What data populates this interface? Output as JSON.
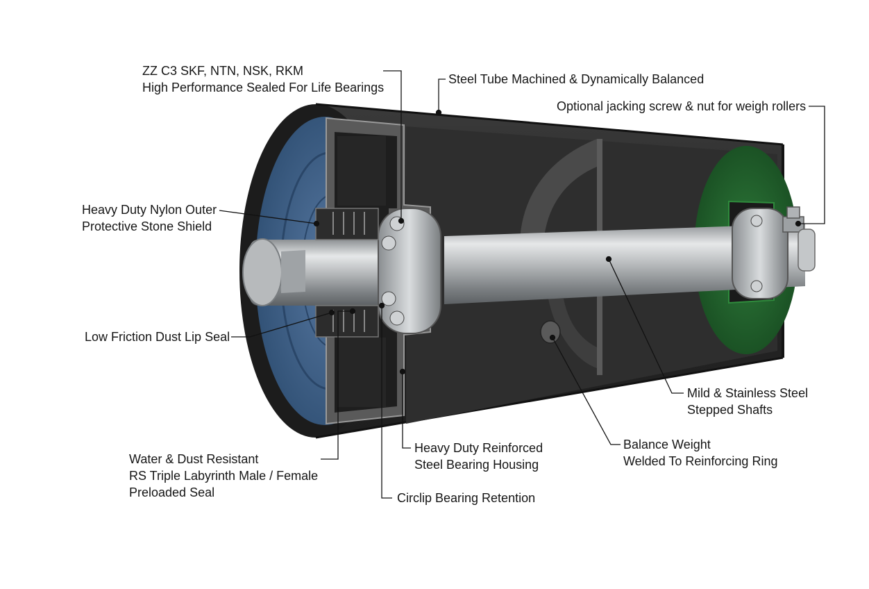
{
  "colors": {
    "background": "#ffffff",
    "tube": "#2c2c2c",
    "tube_dark": "#1b1b1b",
    "shaft": "#b9bcbe",
    "seal_blue": "#3b5f86",
    "seal_green": "#1f5a2a",
    "leader": "#111111"
  },
  "labels": {
    "bearings": {
      "line1": "ZZ C3 SKF, NTN, NSK, RKM",
      "line2": "High Performance Sealed For Life Bearings"
    },
    "tube": {
      "line1": "Steel Tube Machined & Dynamically Balanced"
    },
    "jacking": {
      "line1": "Optional jacking screw & nut for weigh rollers"
    },
    "shield": {
      "line1": "Heavy Duty Nylon Outer",
      "line2": "Protective Stone Shield"
    },
    "lip_seal": {
      "line1": "Low Friction Dust Lip Seal"
    },
    "labyrinth": {
      "line1": "Water & Dust Resistant",
      "line2": "RS Triple Labyrinth Male / Female",
      "line3": "Preloaded Seal"
    },
    "housing": {
      "line1": "Heavy Duty Reinforced",
      "line2": "Steel Bearing Housing"
    },
    "circlip": {
      "line1": "Circlip Bearing Retention"
    },
    "shafts": {
      "line1": "Mild & Stainless Steel",
      "line2": "Stepped Shafts"
    },
    "balance": {
      "line1": "Balance Weight",
      "line2": "Welded To Reinforcing Ring"
    }
  }
}
